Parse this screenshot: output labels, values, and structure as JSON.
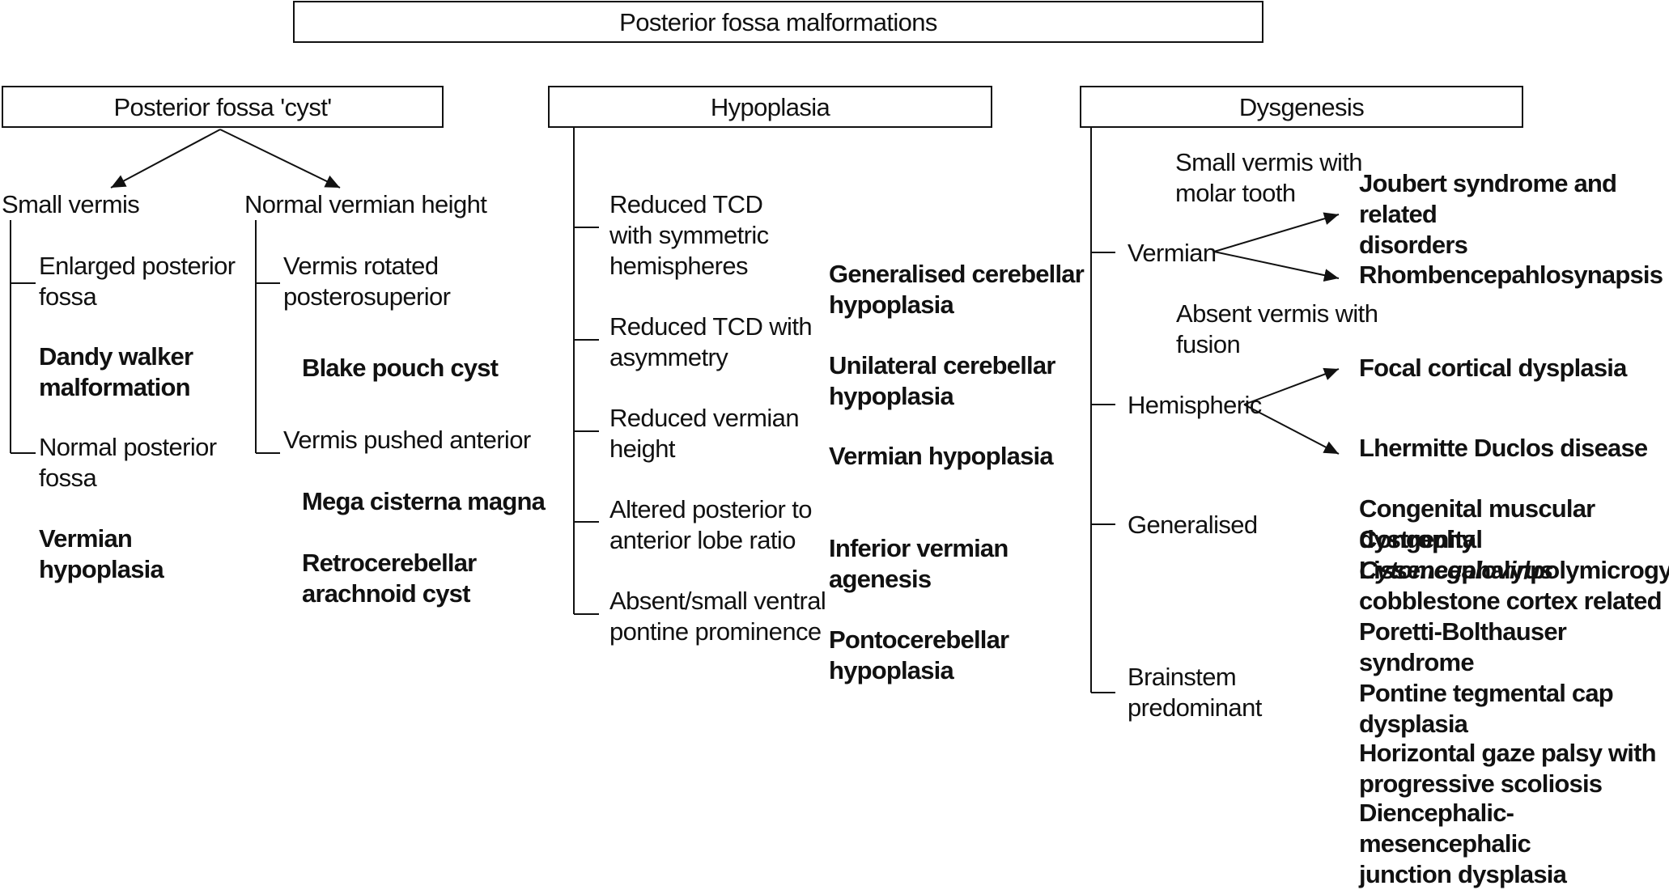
{
  "title": "Posterior fossa malformations",
  "cyst": {
    "header": "Posterior fossa 'cyst'",
    "small_vermis": {
      "label": "Small vermis",
      "enlarged": "Enlarged posterior\nfossa",
      "enlarged_dx": "Dandy walker\nmalformation",
      "normal": "Normal posterior\nfossa",
      "normal_dx": "Vermian\nhypoplasia"
    },
    "normal_height": {
      "label": "Normal vermian height",
      "rotated": "Vermis rotated\nposterosuperior",
      "rotated_dx": "Blake pouch cyst",
      "pushed": "Vermis pushed anterior",
      "pushed_dx1": "Mega cisterna magna",
      "pushed_dx2": "Retrocerebellar\narachnoid cyst"
    }
  },
  "hypoplasia": {
    "header": "Hypoplasia",
    "items": [
      {
        "finding": "Reduced TCD\nwith symmetric\nhemispheres",
        "dx": "Generalised cerebellar\nhypoplasia"
      },
      {
        "finding": "Reduced TCD with\nasymmetry",
        "dx": "Unilateral cerebellar\nhypoplasia"
      },
      {
        "finding": "Reduced vermian\nheight",
        "dx": "Vermian hypoplasia"
      },
      {
        "finding": "Altered posterior to\nanterior lobe ratio",
        "dx": "Inferior vermian\nagenesis"
      },
      {
        "finding": "Absent/small ventral\npontine prominence",
        "dx": "Pontocerebellar\nhypoplasia"
      }
    ]
  },
  "dysgenesis": {
    "header": "Dysgenesis",
    "vermian": {
      "label": "Vermian",
      "note1": "Small vermis with\nmolar tooth",
      "note2": "Absent vermis with\nfusion",
      "dx1": "Joubert syndrome and related\ndisorders",
      "dx2": "Rhombencepahlosynapsis"
    },
    "hemispheric": {
      "label": "Hemispheric",
      "dx1": "Focal cortical dysplasia",
      "dx2": "Lhermitte Duclos disease"
    },
    "generalised": {
      "label": "Generalised",
      "dx1": "Congenital muscular dystrophy",
      "dx2_prefix": "Congenital ",
      "dx2_italic": "Cytomegalovirus",
      "dx3": "Lissencephaly/polymicrogyria/\ncobblestone cortex related",
      "dx4": "Poretti-Bolthauser syndrome"
    },
    "brainstem": {
      "label": "Brainstem\npredominant",
      "dx1": "Pontine tegmental cap\ndysplasia",
      "dx2": "Horizontal gaze palsy with\nprogressive scoliosis",
      "dx3": "Diencephalic-mesencephalic\njunction dysplasia"
    }
  }
}
